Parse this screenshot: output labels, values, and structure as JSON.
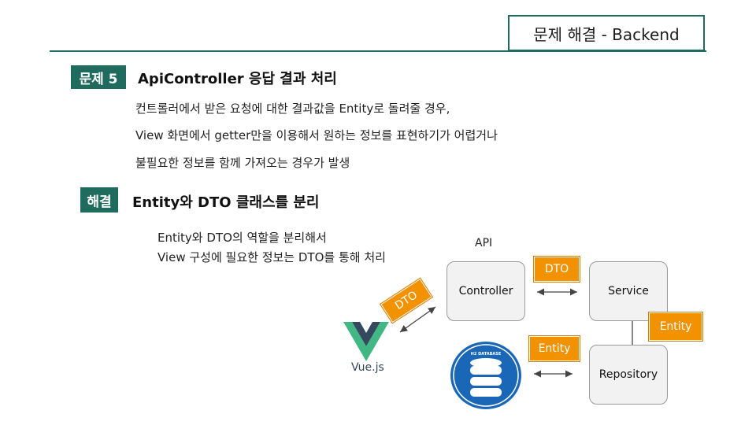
{
  "header": {
    "title": "문제 해결 - Backend"
  },
  "problem": {
    "badge": "문제 5",
    "heading": "ApiController 응답 결과 처리",
    "lines": [
      "컨트롤러에서 받은 요청에 대한 결과값을  Entity로 돌려줄 경우,",
      "View 화면에서 getter만을 이용해서 원하는 정보를 표현하기가 어렵거나",
      "불필요한 정보를 함께 가져오는 경우가 발생"
    ]
  },
  "solution": {
    "badge": "해결",
    "heading": "Entity와 DTO 클래스를 분리",
    "lines": [
      "Entity와 DTO의 역할을 분리해서",
      "View 구성에 필요한 정보는 DTO를 통해 처리"
    ]
  },
  "diagram": {
    "api_label": "API",
    "nodes": {
      "controller": "Controller",
      "service": "Service",
      "repository": "Repository"
    },
    "tags": {
      "dto_top": "DTO",
      "entity_side": "Entity",
      "entity_mid": "Entity",
      "dto_diag": "DTO"
    },
    "vue_label": "Vue.js",
    "db_label": "H2 DATABASE",
    "colors": {
      "accent": "#1f6b5e",
      "tag": "#f39200",
      "vue_green": "#41b883",
      "vue_dark": "#34495e",
      "db_blue": "#1a67b7"
    },
    "icons": [
      "vue-logo-icon",
      "h2-database-icon"
    ]
  }
}
